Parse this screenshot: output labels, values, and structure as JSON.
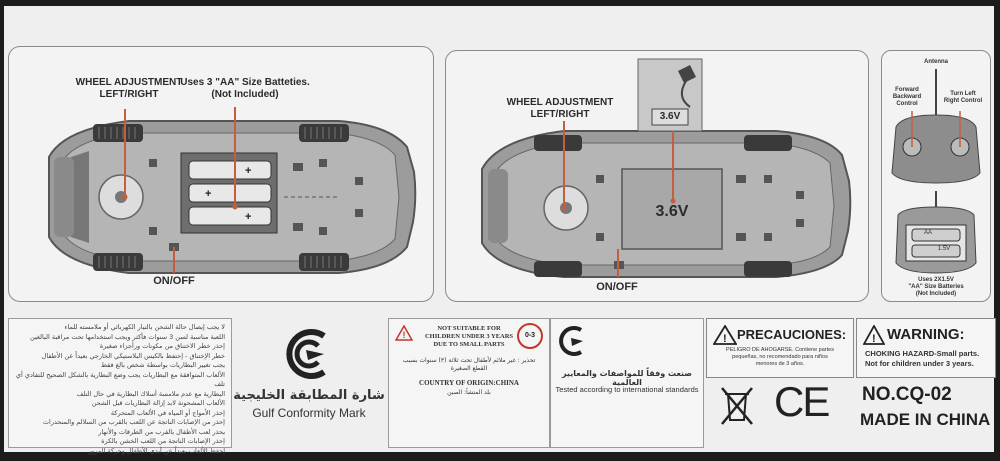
{
  "panel1": {
    "wheel_adjustment": "WHEEL ADJUSTMENT",
    "left_right": "LEFT/RIGHT",
    "batteries_uses": "Uses 3 \"AA\" Size Batteties.",
    "batteries_not_included": "(Not Included)",
    "on_off": "ON/OFF"
  },
  "panel2": {
    "wheel_adjustment": "WHEEL ADJUSTMENT",
    "left_right": "LEFT/RIGHT",
    "charger_voltage": "3.6V",
    "battery_voltage": "3.6V",
    "on_off": "ON/OFF"
  },
  "remote": {
    "antenna": "Antenna",
    "forward": "Forward",
    "backward": "Backward",
    "control": "Control",
    "turn_left": "Turn Left",
    "right_control": "Right Control",
    "batt_label_1": "AA",
    "batt_label_2": "1.5V",
    "uses": "Uses 2X1.5V",
    "aa_size": "\"AA\" Size Batteries",
    "not_included": "(Not Included)"
  },
  "arabic_warnings": [
    "لا يجب إيصال حالة الشحن بالتيار الكهربائي أو ملامسته للماء",
    "اللعبة مناسبة لسن 3 سنوات فأكثر ويجب استخدامها تحت مراقبة البالغين",
    "إحذر خطر الاختناق من مكونات ورأجزاء صغيرة",
    "خطر الإختناق - إحتفظ بالكيس البلاستيكي الخارجي بعيداً عن الأطفال",
    "يجب تغيير البطاريات بواسطة شخص بالغ فقط",
    "الألعاب المتوافقة مع البطاريات يجب وضع البطارية بالشكل الصحيح للتفادي أي تلف",
    "البطارية مع عدم ملامسة أسلاك البطارية في حال التلف",
    "الألعاب المشحونة لابد إزالة البطاريات قبل الشحن",
    "إحذر الأمواج أو المياه في الألعاب المتحركة",
    "إحذر من الإصابات الناتجة عن اللعب بالقرب من السلالم والمنحدرات",
    "يحذر لعب الأطفال بالقرب من الطرقات والأنهار",
    "إحذر الإصابات الناتجة من اللعب الخشن بالكرة",
    "إحفظ الألعاب بعيداً عن أيدي الأطفال وحركة المرور"
  ],
  "gcc_mark": {
    "arabic": "شارة المطابقة الخليجية",
    "english": "Gulf Conformity Mark"
  },
  "age_warning": {
    "line1": "NOT SUITABLE FOR",
    "line2": "CHILDREN UNDER 3 YEARS",
    "line3": "DUE TO SMALL PARTS",
    "arabic1": "تحذير : غير ملائم لأطفال تحت ثلاثة (٣) سنوات بسبب",
    "arabic2": "القطع الصغيرة",
    "origin": "COUNTRY OF ORIGIN:CHINA",
    "origin_ar": "بلد المنشأ: الصين",
    "age_icon": "0-3"
  },
  "tested": {
    "arabic": "صنعت وفقاً للمواصفات والمعايير العالمية",
    "english": "Tested according to international standards"
  },
  "precauciones": {
    "title": "PRECAUCIONES:",
    "text1": "PELIGRO DE AHOGARSE. Contiene partes",
    "text2": "pequeñas, no recomendado para niños",
    "text3": "menores de 3 años."
  },
  "warning": {
    "title": "WARNING:",
    "text1": "CHOKING HAZARD-Small parts.",
    "text2": "Not for children under 3 years."
  },
  "model": "NO.CQ-02",
  "made_in": "MADE IN CHINA",
  "ce_mark": "CE"
}
